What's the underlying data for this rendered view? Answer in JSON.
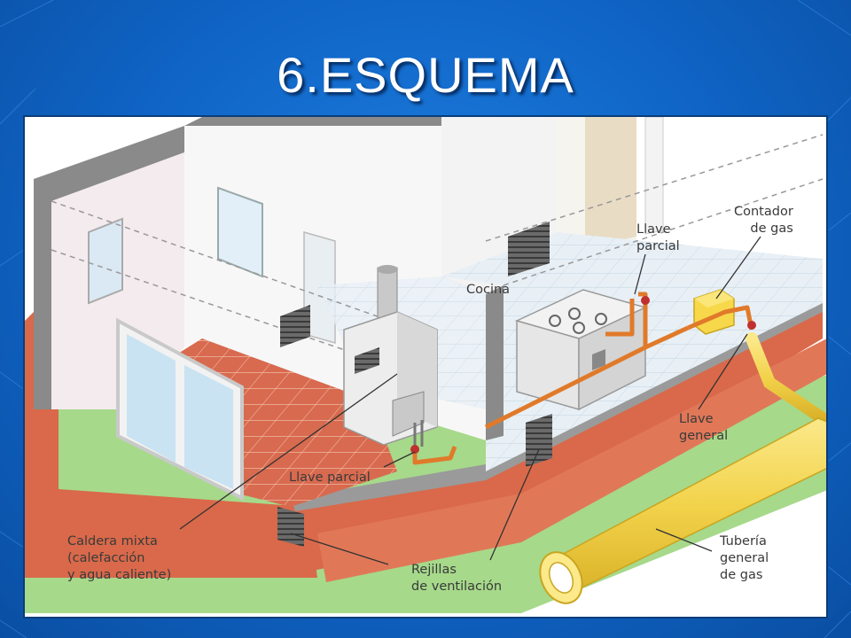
{
  "slide": {
    "title": "6.ESQUEMA",
    "background_color": "#1568cc",
    "title_color": "#ffffff"
  },
  "diagram": {
    "labels": {
      "cocina": "Cocina",
      "llave_parcial_top": [
        "Llave",
        "parcial"
      ],
      "contador": [
        "Contador",
        "de gas"
      ],
      "llave_general": [
        "Llave",
        "general"
      ],
      "llave_parcial_bottom": "Llave parcial",
      "caldera": [
        "Caldera mixta",
        "(calefacción",
        "y agua caliente)"
      ],
      "rejillas": [
        "Rejillas",
        "de ventilación"
      ],
      "tuberia": [
        "Tubería",
        "general",
        "de gas"
      ]
    },
    "colors": {
      "brick": "#d9694a",
      "floor_tile": "#d86a4f",
      "grass": "#a6d98a",
      "pipe": "#e07a2a",
      "gas_pipe": "#f2d24a",
      "wall_grey": "#8a8a8a"
    }
  }
}
